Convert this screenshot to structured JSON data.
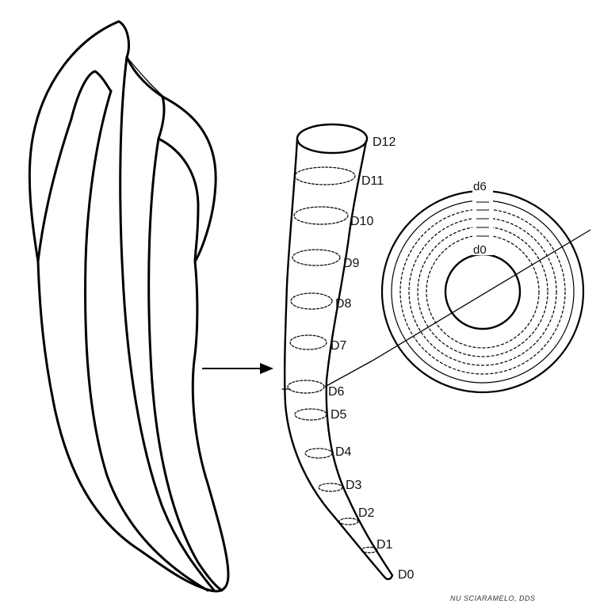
{
  "canal_labels": [
    "D0",
    "D1",
    "D2",
    "D3",
    "D4",
    "D5",
    "D6",
    "D7",
    "D8",
    "D9",
    "D10",
    "D11",
    "D12"
  ],
  "section_labels": {
    "outer": "d6",
    "inner": "d0"
  },
  "credit": "NU SCIARAMELO, DDS"
}
